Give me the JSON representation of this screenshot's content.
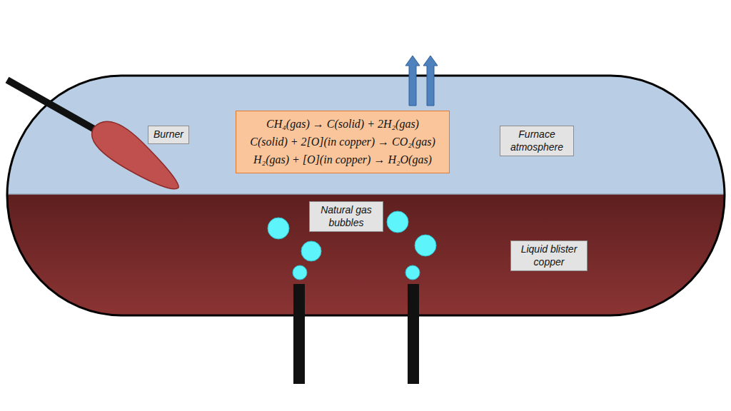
{
  "diagram": {
    "nodes": [
      {
        "text": [
          "Burner"
        ]
      },
      {
        "text": [
          "CH₄(gas) → C(solid) + 2H₂(gas)",
          "C(solid) + 2[O](in copper) → CO₂(gas)",
          "H₂(gas) + [O](in copper) → H₂O(gas)"
        ]
      },
      {
        "text": [
          "Furnace atmosphere"
        ]
      },
      {
        "text": [
          "Natural gas bubbles"
        ]
      },
      {
        "text": [
          "Liquid blister copper"
        ]
      }
    ]
  }
}
